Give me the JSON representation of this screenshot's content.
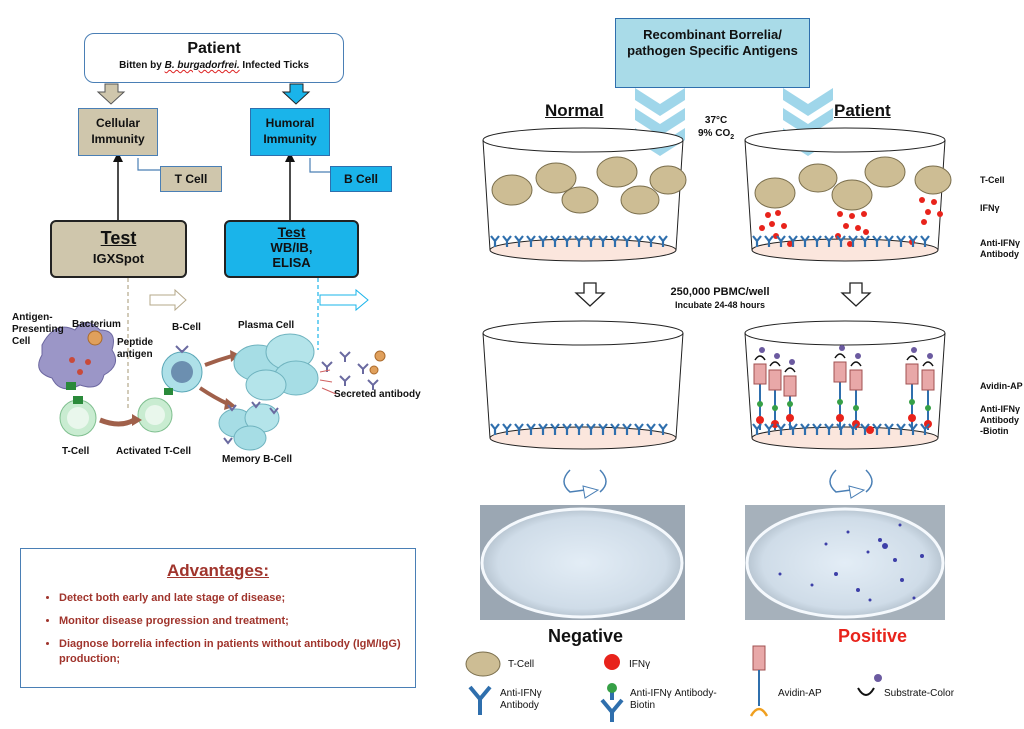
{
  "left": {
    "patient": {
      "title": "Patient",
      "subtitle_pre": "Bitten by",
      "subtitle_species": "B. burgadorfrei.",
      "subtitle_post": "Infected Ticks"
    },
    "cellular_immunity": "Cellular Immunity",
    "humoral_immunity": "Humoral Immunity",
    "t_cell_box": "T Cell",
    "b_cell_box": "B Cell",
    "test_left": {
      "title": "Test",
      "body": "IGXSpot"
    },
    "test_right": {
      "title": "Test",
      "line1": "WB/IB,",
      "line2": "ELISA"
    },
    "labels": {
      "apc": "Antigen-Presenting Cell",
      "bacterium": "Bacterium",
      "peptide": "Peptide antigen",
      "b_cell": "B-Cell",
      "plasma_cell": "Plasma Cell",
      "secreted_antibody": "Secreted antibody",
      "t_cell": "T-Cell",
      "activated_t_cell": "Activated T-Cell",
      "memory_b_cell": "Memory B-Cell"
    }
  },
  "advantages": {
    "title": "Advantages:",
    "items": [
      "Detect both early and late stage of  disease;",
      "Monitor disease progression and treatment;",
      "Diagnose borrelia infection in patients without antibody (IgM/IgG) production;"
    ]
  },
  "right": {
    "antigens": "Recombinant Borrelia/ pathogen Specific Antigens",
    "normal": "Normal",
    "patient": "Patient",
    "temp": "37°C",
    "co2": "9% CO",
    "co2_sub": "2",
    "pbmc": "250,000 PBMC/well",
    "incubate": "Incubate 24-48 hours",
    "side_labels": {
      "t_cell": "T-Cell",
      "ifng": "IFNγ",
      "anti_ifng_antibody": "Anti-IFNγ Antibody",
      "avidin_ap": "Avidin-AP",
      "anti_ifng_biotin": "Anti-IFNγ Antibody -Biotin"
    },
    "negative": "Negative",
    "positive": "Positive",
    "legend": {
      "t_cell": "T-Cell",
      "ifng": "IFNγ",
      "avidin_ap": "Avidin-AP",
      "substrate": "Substrate-Color",
      "anti_ifng": "Anti-IFNγ Antibody",
      "anti_ifng_biotin": "Anti-IFNγ Antibody-Biotin"
    }
  },
  "colors": {
    "tan": "#cfc6ac",
    "blue": "#1ab4ea",
    "light_blue": "#a9dbe8",
    "red": "#e8231b",
    "advantage_red": "#a0342c"
  }
}
